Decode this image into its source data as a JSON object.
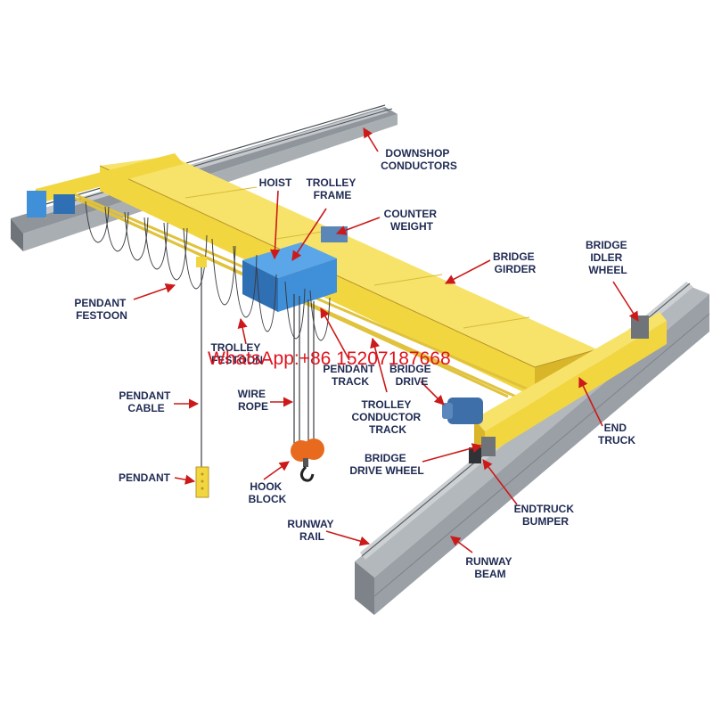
{
  "labels": {
    "downshop_conductors": [
      "DOWNSHOP",
      "CONDUCTORS"
    ],
    "hoist": "HOIST",
    "trolley_frame": [
      "TROLLEY",
      "FRAME"
    ],
    "counter_weight": [
      "COUNTER",
      "WEIGHT"
    ],
    "bridge_girder": [
      "BRIDGE",
      "GIRDER"
    ],
    "bridge_idler_wheel": [
      "BRIDGE",
      "IDLER",
      "WHEEL"
    ],
    "pendant_festoon": [
      "PENDANT",
      "FESTOON"
    ],
    "trolley_festoon": [
      "TROLLEY",
      "FESTOON"
    ],
    "pendant_track": [
      "PENDANT",
      "TRACK"
    ],
    "bridge_drive": [
      "BRIDGE",
      "DRIVE"
    ],
    "pendant_cable": [
      "PENDANT",
      "CABLE"
    ],
    "wire_rope": [
      "WIRE",
      "ROPE"
    ],
    "trolley_conductor_track": [
      "TROLLEY",
      "CONDUCTOR",
      "TRACK"
    ],
    "end_truck": [
      "END",
      "TRUCK"
    ],
    "pendant": "PENDANT",
    "bridge_drive_wheel": [
      "BRIDGE",
      "DRIVE WHEEL"
    ],
    "hook_block": [
      "HOOK",
      "BLOCK"
    ],
    "endtruck_bumper": [
      "ENDTRUCK",
      "BUMPER"
    ],
    "runway_rail": [
      "RUNWAY",
      "RAIL"
    ],
    "runway_beam": [
      "RUNWAY",
      "BEAM"
    ]
  },
  "watermark": "WhatsApp:+86 15207187668",
  "colors": {
    "girder": "#f2d640",
    "girder_shade": "#d9b52a",
    "steel": "#9aa0a6",
    "steel_dark": "#6e747a",
    "hoist": "#3f8fd9",
    "hook": "#e86a1e",
    "label": "#1f2a52",
    "arrow": "#cc1a1a",
    "watermark": "#e0141e"
  }
}
